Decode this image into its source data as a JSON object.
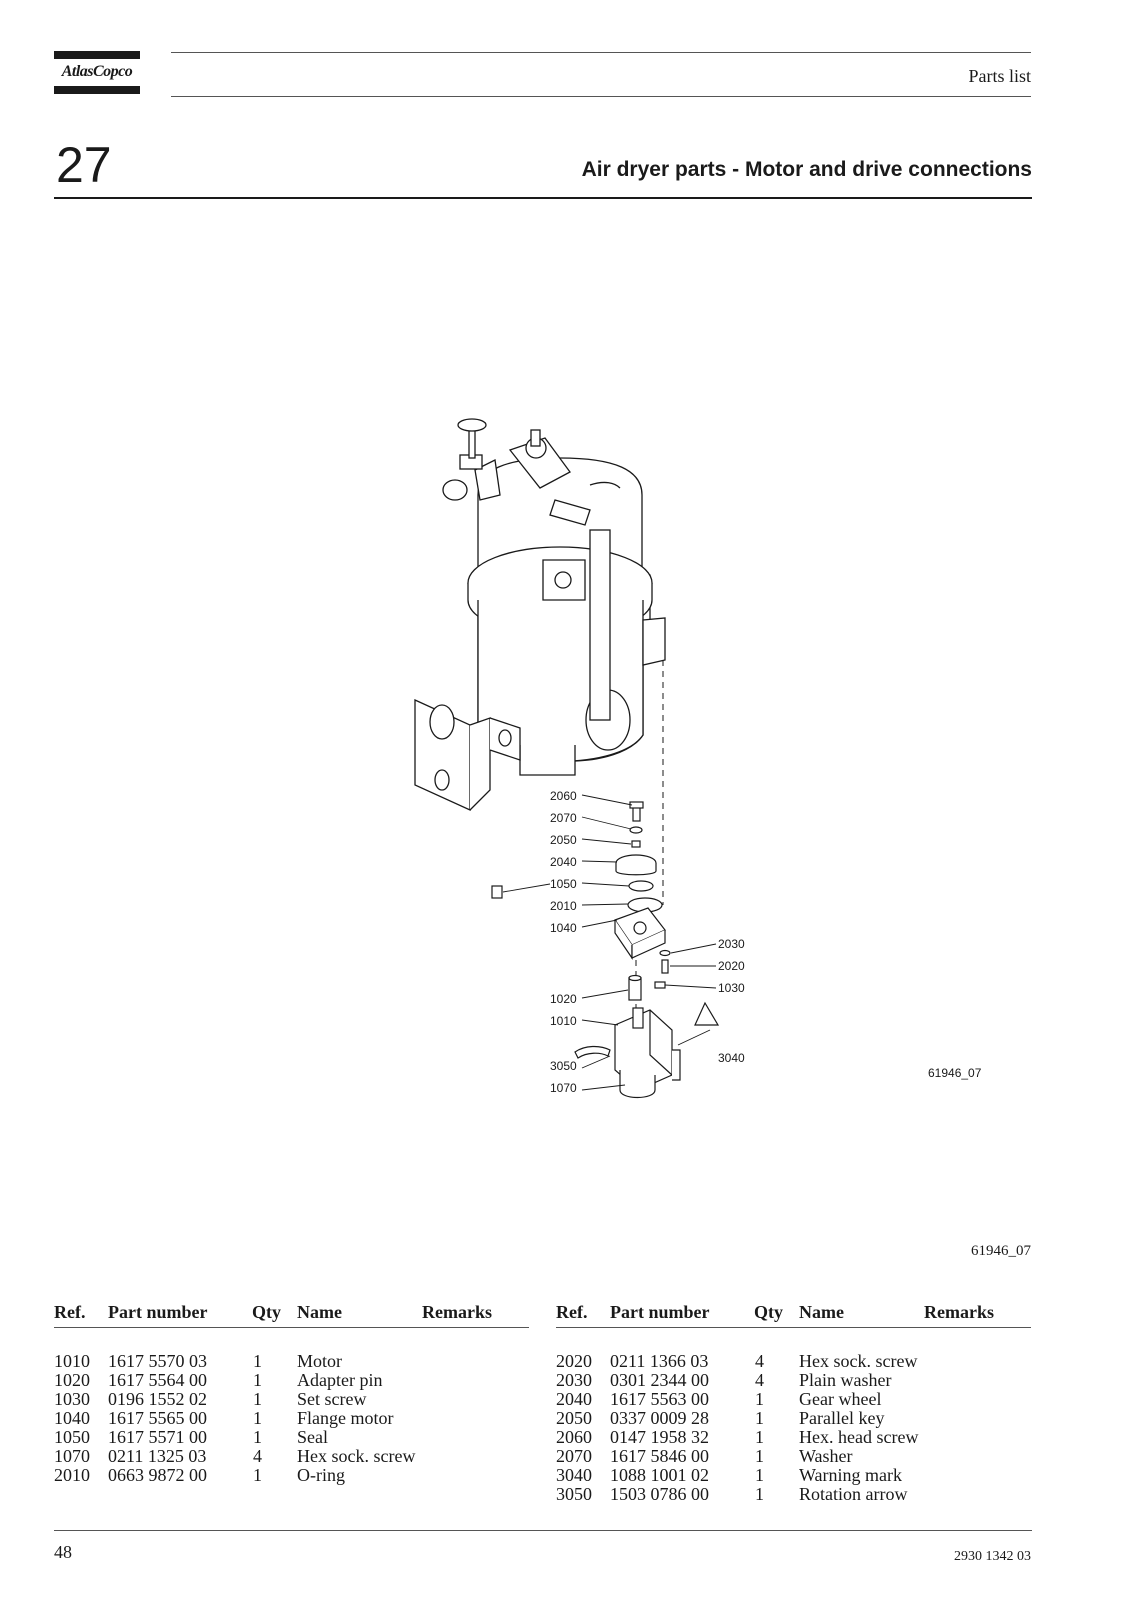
{
  "header": {
    "logo_text": "AtlasCopco",
    "label": "Parts list"
  },
  "section": {
    "number": "27",
    "title": "Air dryer parts - Motor and drive connections"
  },
  "figure": {
    "inner_code": "61946_07",
    "code": "61946_07",
    "callouts_left": [
      "2060",
      "2070",
      "2050",
      "2040",
      "1050",
      "2010",
      "1040",
      "1020",
      "1010",
      "3050",
      "1070"
    ],
    "callouts_right": [
      "2030",
      "2020",
      "1030",
      "3040"
    ]
  },
  "table": {
    "headers": {
      "ref": "Ref.",
      "part_number": "Part number",
      "qty": "Qty",
      "name": "Name",
      "remarks": "Remarks"
    },
    "left_rows": [
      {
        "ref": "1010",
        "part_number": "1617 5570 03",
        "qty": "1",
        "name": "Motor",
        "remarks": ""
      },
      {
        "ref": "1020",
        "part_number": "1617 5564 00",
        "qty": "1",
        "name": "Adapter pin",
        "remarks": ""
      },
      {
        "ref": "1030",
        "part_number": "0196 1552 02",
        "qty": "1",
        "name": "Set screw",
        "remarks": ""
      },
      {
        "ref": "1040",
        "part_number": "1617 5565 00",
        "qty": "1",
        "name": "Flange motor",
        "remarks": ""
      },
      {
        "ref": "1050",
        "part_number": "1617 5571 00",
        "qty": "1",
        "name": "Seal",
        "remarks": ""
      },
      {
        "ref": "1070",
        "part_number": "0211 1325 03",
        "qty": "4",
        "name": "Hex sock. screw",
        "remarks": ""
      },
      {
        "ref": "2010",
        "part_number": "0663 9872 00",
        "qty": "1",
        "name": "O-ring",
        "remarks": ""
      }
    ],
    "right_rows": [
      {
        "ref": "2020",
        "part_number": "0211 1366 03",
        "qty": "4",
        "name": "Hex sock. screw",
        "remarks": ""
      },
      {
        "ref": "2030",
        "part_number": "0301 2344 00",
        "qty": "4",
        "name": "Plain washer",
        "remarks": ""
      },
      {
        "ref": "2040",
        "part_number": "1617 5563 00",
        "qty": "1",
        "name": "Gear wheel",
        "remarks": ""
      },
      {
        "ref": "2050",
        "part_number": "0337 0009 28",
        "qty": "1",
        "name": "Parallel key",
        "remarks": ""
      },
      {
        "ref": "2060",
        "part_number": "0147 1958 32",
        "qty": "1",
        "name": "Hex. head screw",
        "remarks": ""
      },
      {
        "ref": "2070",
        "part_number": "1617 5846 00",
        "qty": "1",
        "name": "Washer",
        "remarks": ""
      },
      {
        "ref": "3040",
        "part_number": "1088 1001 02",
        "qty": "1",
        "name": "Warning mark",
        "remarks": ""
      },
      {
        "ref": "3050",
        "part_number": "1503 0786 00",
        "qty": "1",
        "name": "Rotation arrow",
        "remarks": ""
      }
    ]
  },
  "footer": {
    "page_number": "48",
    "doc_number": "2930 1342 03"
  }
}
